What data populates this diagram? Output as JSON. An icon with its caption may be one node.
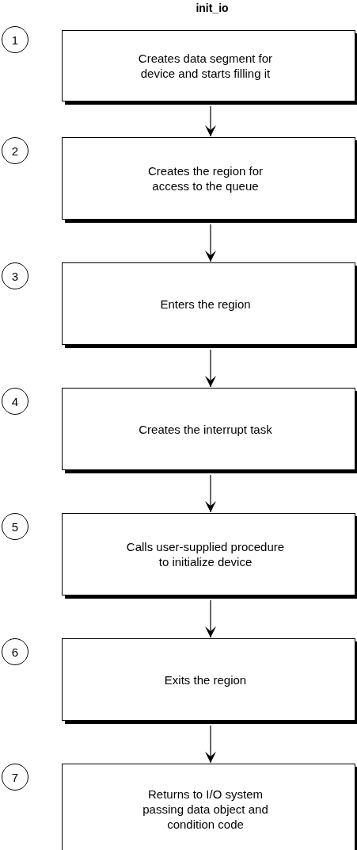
{
  "diagram": {
    "title": "init_io",
    "nodes": [
      {
        "text": [
          "1"
        ]
      },
      {
        "text": [
          "Creates data segment for device and starts filling it"
        ]
      },
      {
        "text": [
          "2"
        ]
      },
      {
        "text": [
          "Creates the region for access to the queue"
        ]
      },
      {
        "text": [
          "3"
        ]
      },
      {
        "text": [
          "Enters the region"
        ]
      },
      {
        "text": [
          "4"
        ]
      },
      {
        "text": [
          "Creates the interrupt task"
        ]
      },
      {
        "text": [
          "5"
        ]
      },
      {
        "text": [
          "Calls user-supplied procedure to initialize device"
        ]
      },
      {
        "text": [
          "6"
        ]
      },
      {
        "text": [
          "Exits the region"
        ]
      },
      {
        "text": [
          "7"
        ]
      },
      {
        "text": [
          "Returns to I/O system passing data object and condition code"
        ]
      }
    ],
    "edges": [
      {
        "from": 1,
        "to": 3,
        "arrow": "to"
      },
      {
        "from": 3,
        "to": 5,
        "arrow": "to"
      },
      {
        "from": 5,
        "to": 7,
        "arrow": "to"
      },
      {
        "from": 7,
        "to": 9,
        "arrow": "to"
      },
      {
        "from": 9,
        "to": 11,
        "arrow": "to"
      },
      {
        "from": 11,
        "to": 13,
        "arrow": "to"
      }
    ]
  }
}
